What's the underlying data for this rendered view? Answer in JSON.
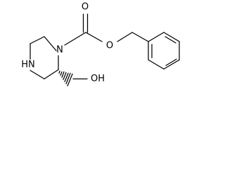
{
  "molecule": {
    "atoms": {
      "carbonyl_oxygen": "O",
      "ester_oxygen": "O",
      "ring_nitrogen_carbamate": "N",
      "ring_nitrogen_amine": "HN",
      "hydroxyl": "OH"
    }
  },
  "colors": {
    "ink": "#000000",
    "background": "#ffffff"
  }
}
